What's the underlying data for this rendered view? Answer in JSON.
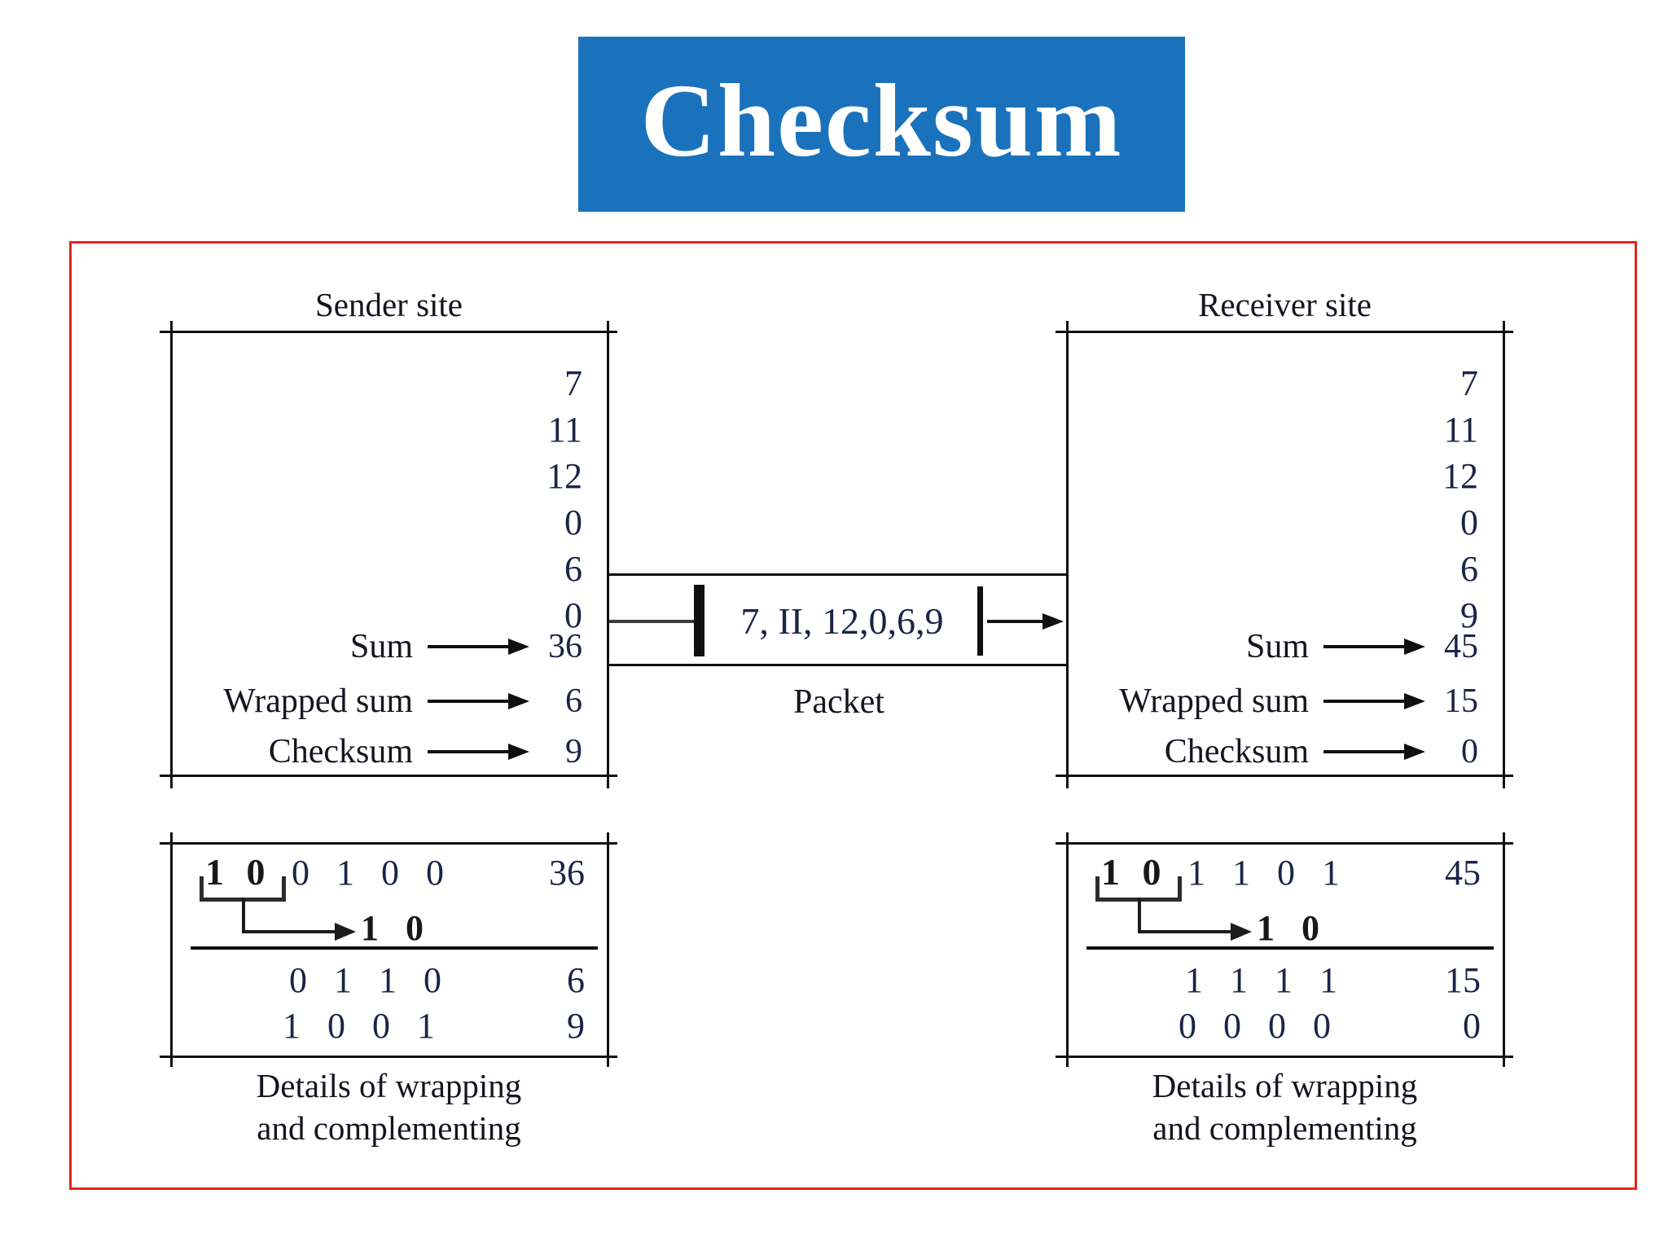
{
  "title": {
    "text": "Checksum"
  },
  "colors": {
    "banner_blue": "#1b72bc",
    "frame_red": "#e3261d",
    "line_black": "#101010",
    "digit_navy": "#1b2447"
  },
  "sender": {
    "site_label": "Sender site",
    "values": [
      "7",
      "11",
      "12",
      "0",
      "6",
      "0"
    ],
    "result_rows": [
      {
        "label": "Sum",
        "value": "36"
      },
      {
        "label": "Wrapped sum",
        "value": "6"
      },
      {
        "label": "Checksum",
        "value": "9"
      }
    ]
  },
  "receiver": {
    "site_label": "Receiver site",
    "values": [
      "7",
      "11",
      "12",
      "0",
      "6",
      "9"
    ],
    "result_rows": [
      {
        "label": "Sum",
        "value": "45"
      },
      {
        "label": "Wrapped sum",
        "value": "15"
      },
      {
        "label": "Checksum",
        "value": "0"
      }
    ]
  },
  "packet": {
    "content": "7, II, 12,0,6,9",
    "label": "Packet"
  },
  "sender_details": {
    "carry_bits": "1 0",
    "sum_bits": "0 1 0 0",
    "sum_value": "36",
    "wrapped_carry": "1 0",
    "wrapped_bits": "0 1 1 0",
    "wrapped_value": "6",
    "checksum_bits": "1 0 0 1",
    "checksum_value": "9",
    "caption_line1": "Details of wrapping",
    "caption_line2": "and complementing"
  },
  "receiver_details": {
    "carry_bits": "1 0",
    "sum_bits": "1 1 0 1",
    "sum_value": "45",
    "wrapped_carry": "1 0",
    "wrapped_bits": "1 1 1 1",
    "wrapped_value": "15",
    "checksum_bits": "0 0 0 0",
    "checksum_value": "0",
    "caption_line1": "Details of wrapping",
    "caption_line2": "and complementing"
  }
}
